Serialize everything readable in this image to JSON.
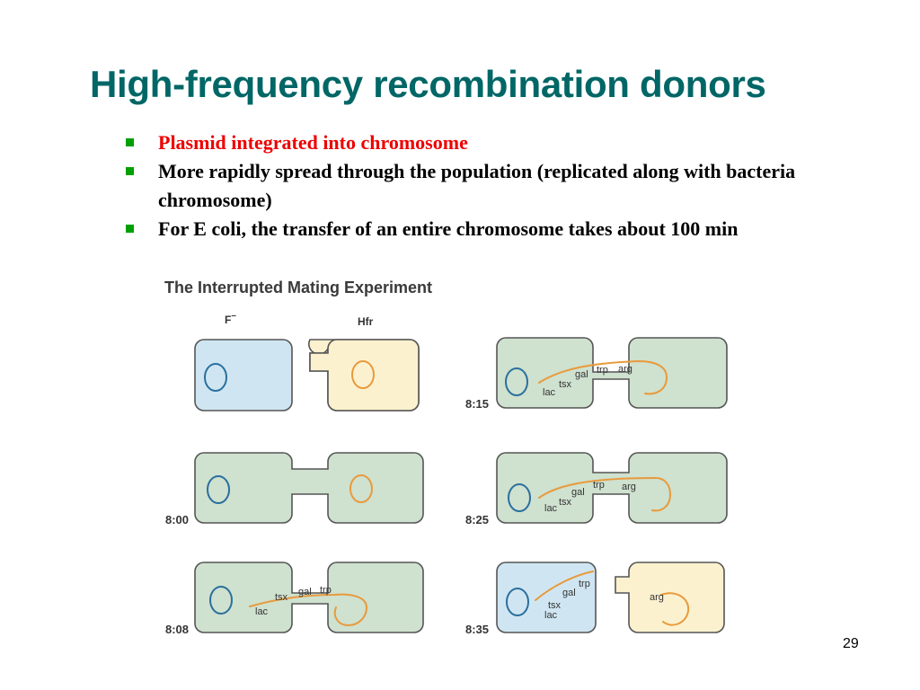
{
  "slide": {
    "title": "High-frequency recombination donors",
    "bullets": [
      "Plasmid integrated into chromosome",
      "More rapidly spread through the population (replicated along with bacteria chromosome)",
      "For E coli, the transfer of an entire chromosome takes about 100 min"
    ],
    "page_number": "29"
  },
  "figure": {
    "title": "The Interrupted Mating Experiment",
    "cell_labels": {
      "f_minus": "F",
      "f_minus_sup": "–",
      "hfr": "Hfr"
    },
    "times": [
      "8:00",
      "8:08",
      "8:15",
      "8:25",
      "8:35"
    ],
    "genes": {
      "lac": "lac",
      "tsx": "tsx",
      "gal": "gal",
      "trp": "trp",
      "arg": "arg"
    },
    "colors": {
      "f_minus_fill": "#cfe6f2",
      "hfr_fill": "#fcf1cf",
      "mating_fill": "#cfe1cf",
      "outline": "#555555",
      "recipient_ring": "#2a6f9e",
      "donor_ring": "#e89a3c"
    }
  }
}
